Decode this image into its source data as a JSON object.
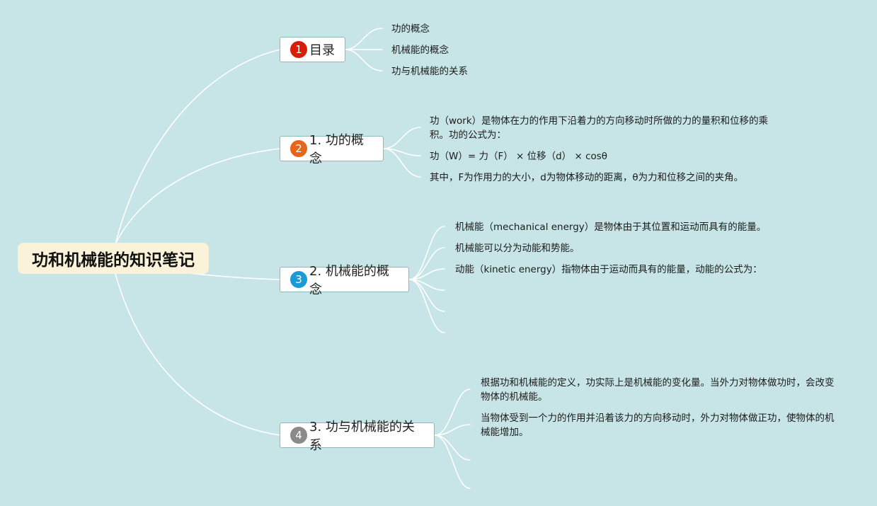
{
  "root": {
    "title": "功和机械能的知识笔记"
  },
  "branches": [
    {
      "num": "1",
      "label": "目录",
      "color": "#d81e06",
      "children": [
        "功的概念",
        "机械能的概念",
        "功与机械能的关系"
      ]
    },
    {
      "num": "2",
      "label": "1. 功的概念",
      "color": "#e8641b",
      "children": [
        "功（work）是物体在力的作用下沿着力的方向移动时所做的力的量积和位移的乘积。功的公式为：",
        "功（W）= 力（F） × 位移（d） × cosθ",
        "其中，F为作用力的大小，d为物体移动的距离，θ为力和位移之间的夹角。"
      ]
    },
    {
      "num": "3",
      "label": "2. 机械能的概念",
      "color": "#1c9ad6",
      "children": [
        "机械能（mechanical energy）是物体由于其位置和运动而具有的能量。",
        "机械能可以分为动能和势能。",
        "动能（kinetic energy）指物体由于运动而具有的能量，动能的公式为："
      ]
    },
    {
      "num": "4",
      "label": "3. 功与机械能的关系",
      "color": "#8a8a8a",
      "children": [
        "根据功和机械能的定义，功实际上是机械能的变化量。当外力对物体做功时，会改变物体的机械能。",
        "当物体受到一个力的作用并沿着该力的方向移动时，外力对物体做正功，使物体的机械能增加。"
      ]
    }
  ],
  "colors": {
    "background": "#c7e4e6",
    "root_fill": "#fbf3d9",
    "lines": "#ffffff"
  }
}
